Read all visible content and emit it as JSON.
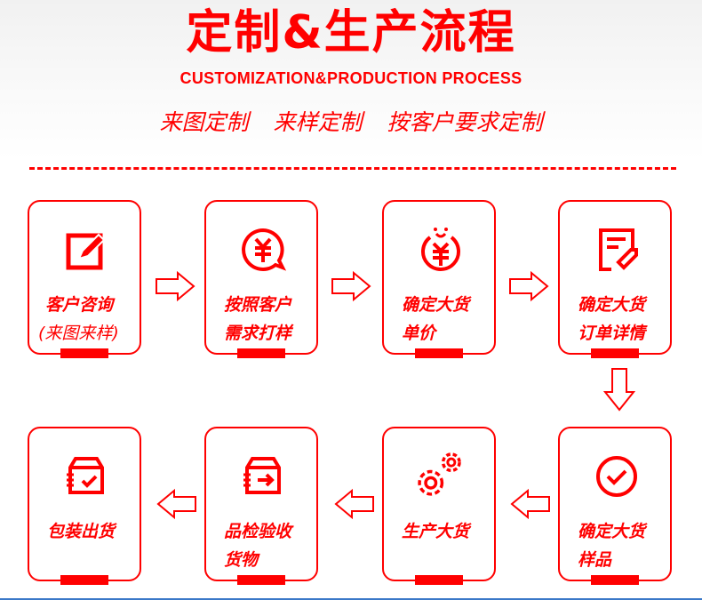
{
  "header": {
    "title": "定制&生产流程",
    "subtitle": "CUSTOMIZATION&PRODUCTION PROCESS",
    "taglines": [
      "来图定制",
      "来样定制",
      "按客户要求定制"
    ]
  },
  "colors": {
    "accent": "#ff0000",
    "bottom_line": "#3a78c8"
  },
  "steps": [
    {
      "icon": "edit-icon",
      "line1": "客户咨询",
      "line2": "(来图来样)"
    },
    {
      "icon": "yuan-chat-icon",
      "line1": "按照客户",
      "line2": "需求打样"
    },
    {
      "icon": "yuan-circle-icon",
      "line1": "确定大货",
      "line2": "单价"
    },
    {
      "icon": "order-tag-icon",
      "line1": "确定大货",
      "line2": "订单详情"
    },
    {
      "icon": "check-circle-icon",
      "line1": "确定大货",
      "line2": "样品"
    },
    {
      "icon": "gears-icon",
      "line1": "生产大货",
      "line2": ""
    },
    {
      "icon": "box-arrow-icon",
      "line1": "品检验收",
      "line2": "货物"
    },
    {
      "icon": "box-check-icon",
      "line1": "包装出货",
      "line2": ""
    }
  ]
}
